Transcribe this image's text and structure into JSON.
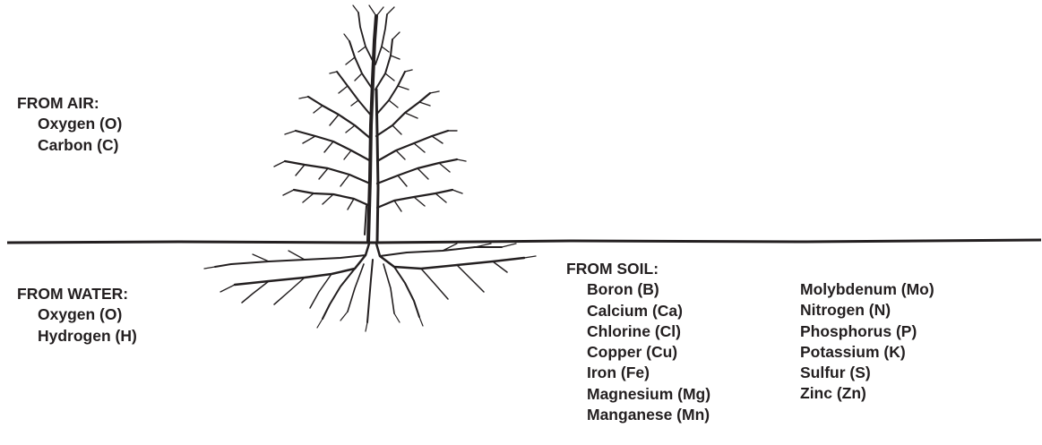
{
  "colors": {
    "ink": "#231f20",
    "background": "#ffffff"
  },
  "illustration": {
    "icon": "tree-with-roots-icon"
  },
  "air": {
    "heading": "FROM AIR:",
    "items": [
      "Oxygen (O)",
      "Carbon (C)"
    ]
  },
  "water": {
    "heading": "FROM WATER:",
    "items": [
      "Oxygen (O)",
      "Hydrogen (H)"
    ]
  },
  "soil": {
    "heading": "FROM SOIL:",
    "column1": [
      "Boron (B)",
      "Calcium (Ca)",
      "Chlorine (Cl)",
      "Copper (Cu)",
      "Iron (Fe)",
      "Magnesium (Mg)",
      "Manganese (Mn)"
    ],
    "column2": [
      "Molybdenum (Mo)",
      "Nitrogen (N)",
      "Phosphorus (P)",
      "Potassium (K)",
      "Sulfur (S)",
      "Zinc (Zn)"
    ]
  }
}
